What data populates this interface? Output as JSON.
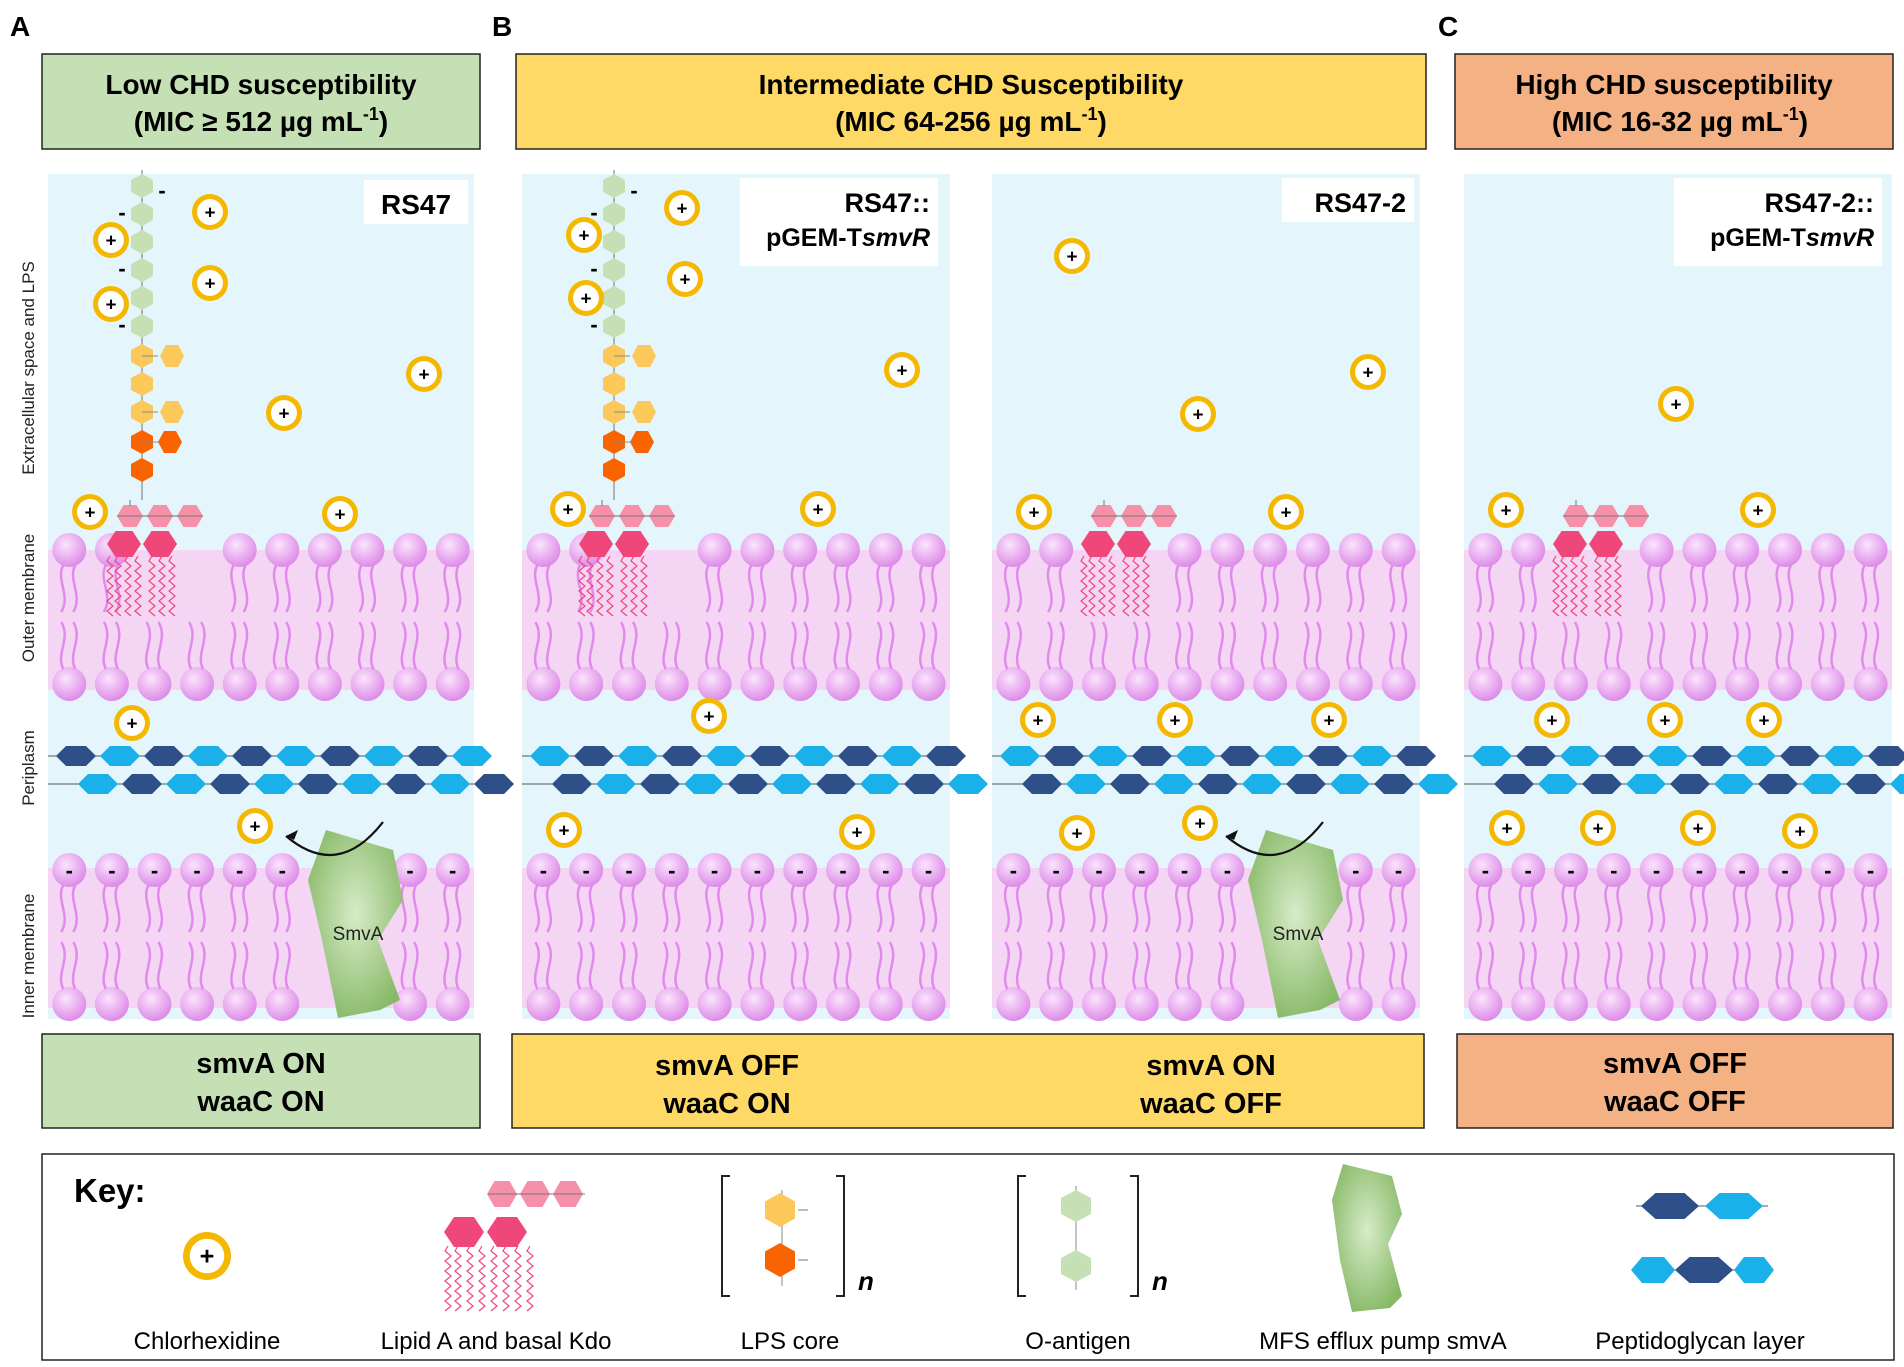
{
  "panels": {
    "A": {
      "letter": "A",
      "header_line1": "Low CHD susceptibility",
      "header_line2": "(MIC ≥ 512 µg mL",
      "header_sup": "-1",
      "header_close": ")",
      "footer_line1": "smvA ON",
      "footer_line2": "waaC ON"
    },
    "B": {
      "letter": "B",
      "header_line1": "Intermediate CHD Susceptibility",
      "header_line2": "(MIC 64-256 µg mL",
      "header_sup": "-1",
      "header_close": ")",
      "footer_left_line1": "smvA OFF",
      "footer_left_line2": "waaC ON",
      "footer_right_line1": "smvA ON",
      "footer_right_line2": "waaC OFF"
    },
    "C": {
      "letter": "C",
      "header_line1": "High CHD susceptibility",
      "header_line2": "(MIC 16-32 µg mL",
      "header_sup": "-1",
      "header_close": ")",
      "footer_line1": "smvA OFF",
      "footer_line2": "waaC OFF"
    }
  },
  "strains": {
    "rs47": "RS47",
    "rs47_pgem_line1": "RS47::",
    "rs47_pgem_prefix": "pGEM-T",
    "rs47_pgem_italic": "smvR",
    "rs47_2": "RS47-2",
    "rs47_2_pgem_line1": "RS47-2::",
    "rs47_2_pgem_prefix": "pGEM-T",
    "rs47_2_pgem_italic": "smvR"
  },
  "region_labels": {
    "extracellular": "Extracellular space and LPS",
    "outer_membrane": "Outer membrane",
    "periplasm": "Periplasm",
    "inner_membrane": "Inner membrane"
  },
  "pump_label": "SmvA",
  "charges": {
    "plus": "+",
    "minus": "-"
  },
  "key": {
    "title": "Key:",
    "items": [
      {
        "label": "Chlorhexidine"
      },
      {
        "label": "Lipid A and basal Kdo"
      },
      {
        "label": "LPS core",
        "subscript": "n"
      },
      {
        "label": "O-antigen",
        "subscript": "n"
      },
      {
        "label": "MFS efflux pump smvA"
      },
      {
        "label": "Peptidoglycan layer"
      }
    ]
  },
  "colors": {
    "green_box": "#c5e0b4",
    "yellow_box": "#ffd966",
    "orange_box": "#f4b183",
    "extracellular_bg": "#e4f6fb",
    "membrane_bg": "#f4d6f4",
    "lipid_head": "#e6a0f0",
    "chlorhexidine": "#f5b800",
    "lipidA": "#f0477a",
    "kdo": "#f590a8",
    "core_orange": "#fa6400",
    "core_yellow": "#fcc85a",
    "oantigen": "#c5e0b4",
    "pg_dark": "#2e4f87",
    "pg_light": "#1ab0ea",
    "pump": "#8fbf6e"
  }
}
